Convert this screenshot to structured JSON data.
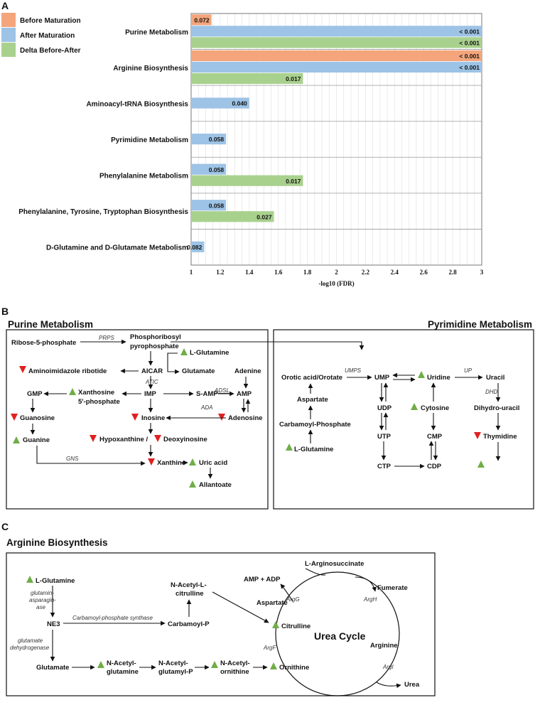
{
  "panel_a": {
    "label": "A",
    "legend": [
      {
        "name": "Before Maturation",
        "color": "#F4A57B"
      },
      {
        "name": "After Maturation",
        "color": "#9DC3E6"
      },
      {
        "name": "Delta Before-After",
        "color": "#A9D18E"
      }
    ]
  },
  "chart_data": {
    "type": "bar",
    "orientation": "horizontal",
    "xlabel": "-log10 (FDR)",
    "xlim": [
      1,
      3
    ],
    "xticks": [
      "1",
      "1.2",
      "1.4",
      "1.6",
      "1.8",
      "2",
      "2.2",
      "2.4",
      "2.6",
      "2.8",
      "3"
    ],
    "grid": true,
    "legend_position": "top-left",
    "categories": [
      "Purine Metabolism",
      "Arginine Biosynthesis",
      "Aminoacyl-tRNA Biosynthesis",
      "Pyrimidine  Metabolism",
      "Phenylalanine Metabolism",
      "Phenylalanine, Tyrosine, Tryptophan Biosynthesis",
      "D-Glutamine and D-Glutamate Metabolism"
    ],
    "series": [
      {
        "name": "Before Maturation",
        "color": "#F4A57B",
        "values": [
          1.14,
          3,
          null,
          null,
          null,
          null,
          null
        ],
        "labels": [
          "0.072",
          "< 0.001",
          null,
          null,
          null,
          null,
          null
        ]
      },
      {
        "name": "After Maturation",
        "color": "#9DC3E6",
        "values": [
          3,
          3,
          1.4,
          1.24,
          1.24,
          1.24,
          1.09
        ],
        "labels": [
          "< 0.001",
          "< 0.001",
          "0.040",
          "0.058",
          "0.058",
          "0.058",
          "0.082"
        ]
      },
      {
        "name": "Delta Before-After",
        "color": "#A9D18E",
        "values": [
          3,
          1.77,
          null,
          null,
          1.77,
          1.57,
          null
        ],
        "labels": [
          "< 0.001",
          "0.017",
          null,
          null,
          "0.017",
          "0.027",
          null
        ]
      }
    ]
  },
  "panel_b": {
    "label": "B",
    "purine_title": "Purine Metabolism",
    "pyrimidine_title": "Pyrimidine Metabolism",
    "purine_nodes": {
      "ribose": "Ribose-5-phosphate",
      "prpp1": "Phosphoribosyl",
      "prpp2": "pyrophosphate",
      "lglut": "L-Glutamine",
      "air": "Aminoimidazole ribotide",
      "aicar": "AICAR",
      "glutamate": "Glutamate",
      "adenine": "Adenine",
      "gmp": "GMP",
      "xmp1": "Xanthosine",
      "xmp2": "5'-phosphate",
      "imp": "IMP",
      "samp": "S-AMP",
      "amp": "AMP",
      "guanosine": "Guanosine",
      "inosine": "Inosine",
      "adenosine": "Adenosine",
      "hypox": "Hypoxanthine /",
      "deoxyino": "Deoxyinosine",
      "guanine": "Guanine",
      "xanthine": "Xanthine",
      "uric": "Uric acid",
      "allantoate": "Allantoate"
    },
    "purine_enzymes": {
      "prps": "PRPS",
      "atic": "ATIC",
      "adsl": "ADSL",
      "ada": "ADA",
      "gns": "GNS"
    },
    "pyr_nodes": {
      "orotic": "Orotic acid/Orotate",
      "ump": "UMP",
      "uridine": "Uridine",
      "uracil": "Uracil",
      "aspartate": "Aspartate",
      "udp": "UDP",
      "cytosine": "Cytosine",
      "dhu": "Dihydro-uracil",
      "carb": "Carbamoyl-Phosphate",
      "utp": "UTP",
      "cmp": "CMP",
      "thymidine": "Thymidine",
      "lglut": "L-Glutamine",
      "ctp": "CTP",
      "cdp": "CDP"
    },
    "pyr_enzymes": {
      "umps": "UMPS",
      "up": "UP",
      "dhd": "DHD"
    }
  },
  "panel_c": {
    "label": "C",
    "title": "Arginine Biosynthesis",
    "nodes": {
      "lglut": "L-Glutamine",
      "ne3": "NE3",
      "glutamate": "Glutamate",
      "nacglut1": "N-Acetyl-",
      "nacglut2": "glutamine",
      "nacglutp1": "N-Acetyl-",
      "nacglutp2": "glutamyl-P",
      "nacorn1": "N-Acetyl-",
      "nacorn2": "ornithine",
      "ornithine": "Ornithine",
      "carbp": "Carbamoyl-P",
      "naccit1": "N-Acetyl-L-",
      "naccit2": "citrulline",
      "citrulline": "Citrulline",
      "aspartate": "Aspartate",
      "ampadp": "AMP + ADP",
      "largsucc": "L-Arginosuccinate",
      "fumerate": "Fumerate",
      "arginine": "Arginine",
      "urea": "Urea",
      "urea_cycle": "Urea Cycle"
    },
    "enzymes": {
      "gla1": "glutamin-",
      "gla2": "asparagin-",
      "gla3": "ase",
      "gdh1": "glutamate",
      "gdh2": "dehydrogenase",
      "cps": "Carbamoyl-phosphate synthase",
      "argg": "ArgG",
      "argh": "ArgH",
      "argf": "ArgF",
      "argi": "ArgI"
    }
  },
  "marker_colors": {
    "up": "#70AD47",
    "down": "#E02020"
  }
}
